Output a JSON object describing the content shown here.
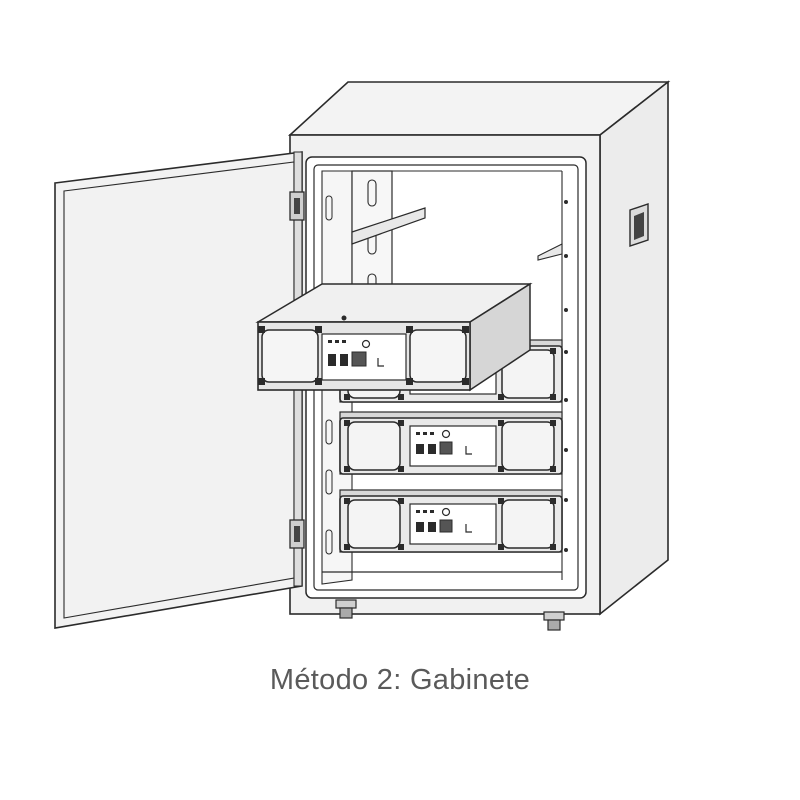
{
  "caption": "Método 2: Gabinete",
  "colors": {
    "line": "#2b2b2b",
    "cabinet_fill": "#f1f1f1",
    "interior_fill": "#ffffff",
    "battery_fill": "#e7e7e7",
    "battery_dark": "#c9c9c9",
    "caption": "#5a5a5a"
  },
  "parts": {
    "installed_battery_modules": 3,
    "sliding_battery_module": 1
  }
}
